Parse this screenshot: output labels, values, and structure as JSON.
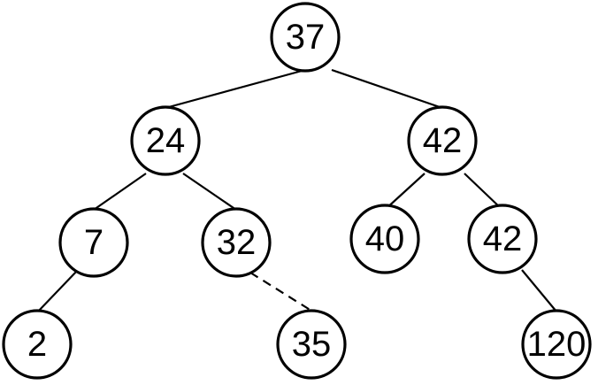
{
  "diagram": {
    "type": "binary-tree",
    "nodes": [
      {
        "id": "n37",
        "label": "37"
      },
      {
        "id": "n24",
        "label": "24"
      },
      {
        "id": "n42a",
        "label": "42"
      },
      {
        "id": "n7",
        "label": "7"
      },
      {
        "id": "n32",
        "label": "32"
      },
      {
        "id": "n40",
        "label": "40"
      },
      {
        "id": "n42b",
        "label": "42"
      },
      {
        "id": "n2",
        "label": "2"
      },
      {
        "id": "n35",
        "label": "35"
      },
      {
        "id": "n120",
        "label": "120"
      }
    ],
    "edges": [
      {
        "from": "n37",
        "to": "n24",
        "style": "solid"
      },
      {
        "from": "n37",
        "to": "n42a",
        "style": "solid"
      },
      {
        "from": "n24",
        "to": "n7",
        "style": "solid"
      },
      {
        "from": "n24",
        "to": "n32",
        "style": "solid"
      },
      {
        "from": "n42a",
        "to": "n40",
        "style": "solid"
      },
      {
        "from": "n42a",
        "to": "n42b",
        "style": "solid"
      },
      {
        "from": "n7",
        "to": "n2",
        "style": "solid"
      },
      {
        "from": "n32",
        "to": "n35",
        "style": "dashed"
      },
      {
        "from": "n42b",
        "to": "n120",
        "style": "solid"
      }
    ],
    "colors": {
      "stroke": "#000000",
      "fill": "#ffffff",
      "text": "#000000"
    }
  }
}
